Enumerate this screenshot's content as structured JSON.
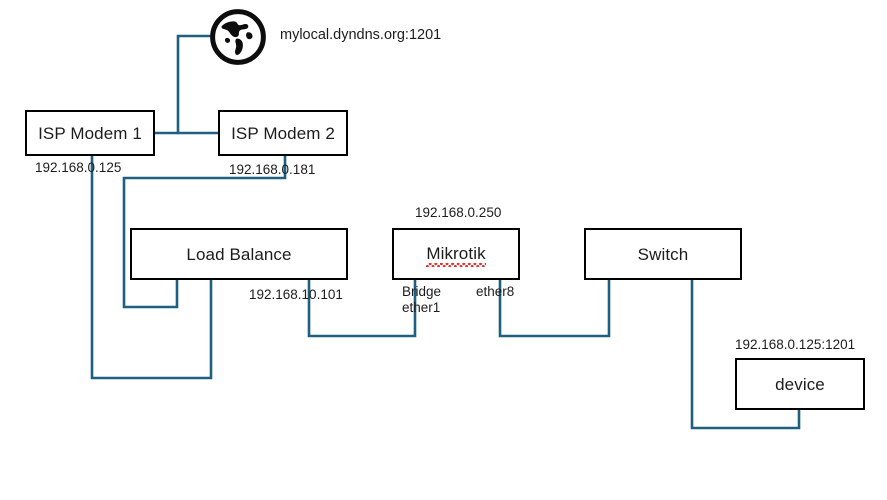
{
  "diagram": {
    "title": "Network topology diagram",
    "wire_color": "#1f6080",
    "box_border_color": "#000000",
    "text_color": "#1c1c1c",
    "spellcheck_underline_color": "#e03030",
    "internet": {
      "icon": "globe-icon",
      "label": "mylocal.dyndns.org:1201"
    },
    "nodes": [
      {
        "id": "isp-modem-1",
        "label": "ISP Modem 1"
      },
      {
        "id": "isp-modem-2",
        "label": "ISP Modem 2"
      },
      {
        "id": "load-balance",
        "label": "Load Balance"
      },
      {
        "id": "mikrotik",
        "label": "Mikrotik",
        "misspelled": true
      },
      {
        "id": "switch",
        "label": "Switch"
      },
      {
        "id": "device",
        "label": "device"
      }
    ],
    "labels": {
      "isp_modem_1_ip": "192.168.0.125",
      "isp_modem_2_ip": "192.168.0.181",
      "load_balance_ip": "192.168.10.101",
      "mikrotik_ip": "192.168.0.250",
      "mikrotik_port_left": "Bridge",
      "mikrotik_port_left_2": "ether1",
      "mikrotik_port_right": "ether8",
      "device_ip": "192.168.0.125:1201"
    }
  }
}
